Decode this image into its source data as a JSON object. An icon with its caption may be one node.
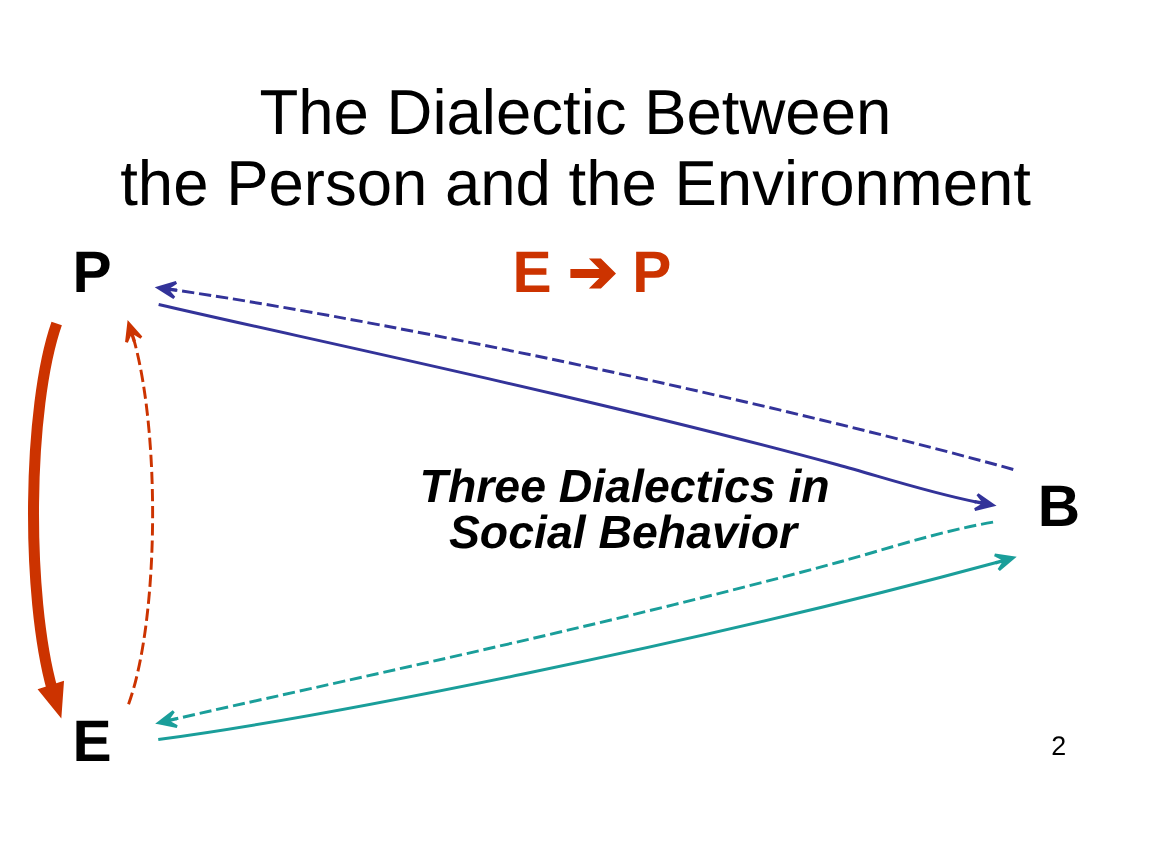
{
  "diagram": {
    "title": "The Dialectic Between the Person and the Environment",
    "nodes": [
      {
        "text": [
          "P"
        ]
      },
      {
        "text": [
          "B"
        ]
      },
      {
        "text": [
          "E"
        ]
      }
    ],
    "edges": [
      {
        "from": 0,
        "to": 1,
        "arrow": "to",
        "color": "#333399"
      },
      {
        "from": 1,
        "to": 0,
        "arrow": "to",
        "style": "dashed",
        "color": "#333399"
      },
      {
        "from": 2,
        "to": 1,
        "arrow": "to",
        "color": "#1a9e9a"
      },
      {
        "from": 1,
        "to": 2,
        "arrow": "to",
        "style": "dashed",
        "color": "#1a9e9a"
      },
      {
        "from": 0,
        "to": 2,
        "arrow": "to",
        "style": "thick",
        "color": "#cc3300"
      },
      {
        "from": 2,
        "to": 0,
        "arrow": "to",
        "style": "dashed",
        "color": "#cc3300"
      }
    ],
    "labels": [
      "E ➔ P",
      "Three Dialectics in Social Behavior",
      "2"
    ]
  }
}
